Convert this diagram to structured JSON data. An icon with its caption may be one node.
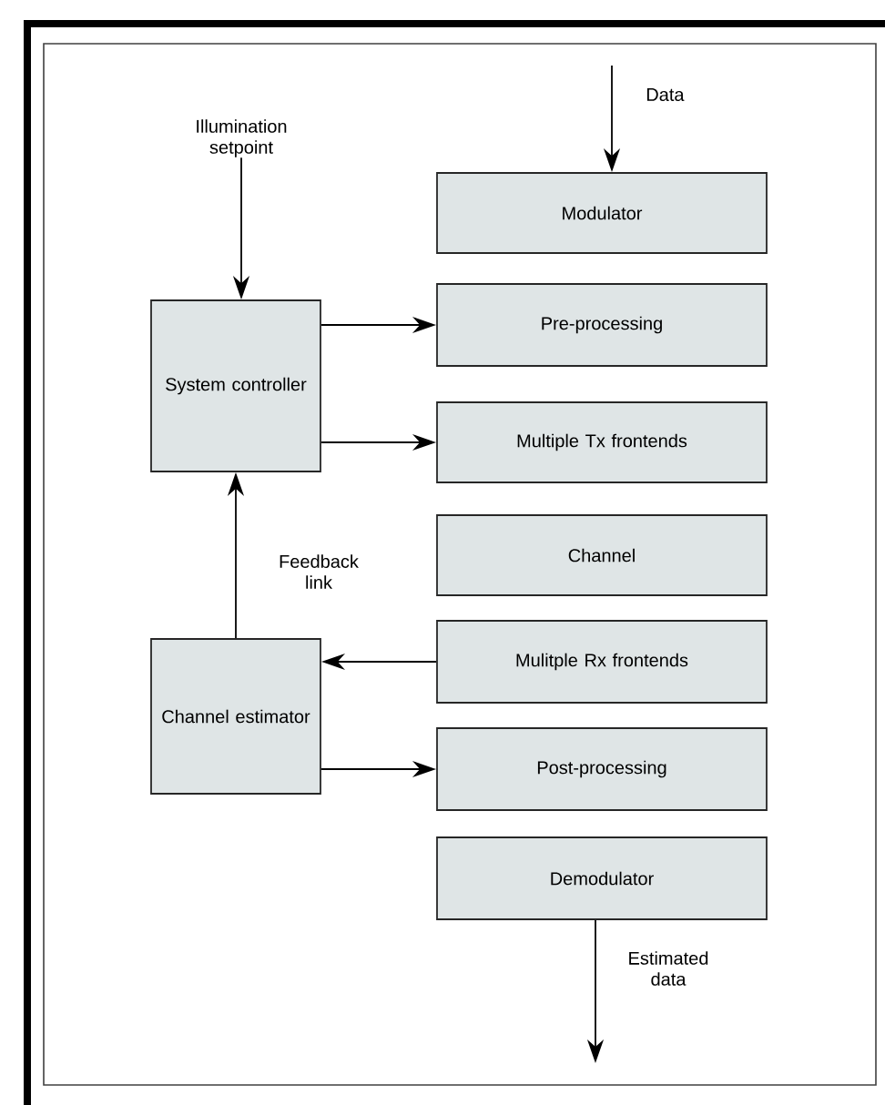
{
  "diagram": {
    "nodes": [
      {
        "text": [
          "Illumination setpoint"
        ]
      },
      {
        "text": [
          "Modulator"
        ]
      },
      {
        "text": [
          "System controller"
        ]
      },
      {
        "text": [
          "Pre-processing"
        ]
      },
      {
        "text": [
          "Multiple Tx frontends"
        ]
      },
      {
        "text": [
          "Channel"
        ]
      },
      {
        "text": [
          "Mulitple Rx frontends"
        ]
      },
      {
        "text": [
          "Channel estimator"
        ]
      },
      {
        "text": [
          "Post-processing"
        ]
      },
      {
        "text": [
          "Demodulator"
        ]
      }
    ],
    "edges": [
      {
        "from": 0,
        "to": 2,
        "arrow": "to"
      },
      {
        "from": null,
        "to": 1,
        "arrow": "to",
        "label": "Data"
      },
      {
        "from": 2,
        "to": 3,
        "arrow": "to"
      },
      {
        "from": 2,
        "to": 4,
        "arrow": "to"
      },
      {
        "from": 7,
        "to": 2,
        "arrow": "to",
        "label": "Feedback link"
      },
      {
        "from": 6,
        "to": 7,
        "arrow": "to"
      },
      {
        "from": 7,
        "to": 8,
        "arrow": "to"
      },
      {
        "from": 9,
        "to": null,
        "arrow": "to",
        "label": "Estimated data"
      }
    ]
  }
}
